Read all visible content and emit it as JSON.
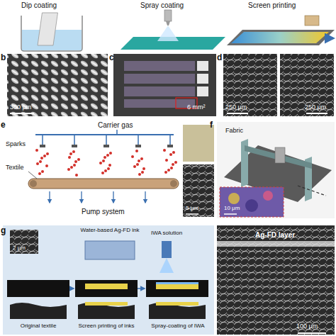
{
  "diagram": {
    "labels": [
      "Dip coating",
      "Spray coating",
      "Screen printing",
      "b",
      "300 μm",
      "c",
      "6 mm²",
      "d",
      "250 μm",
      "250 μm",
      "e",
      "Carrier gas",
      "Sparks",
      "Textile",
      "Pump system",
      "5 μm",
      "f",
      "Fabric",
      "10 μm",
      "g",
      "2 μm",
      "Water-based Ag-FD ink",
      "IWA solution",
      "Original textile",
      "Screen printing of inks",
      "Spray-coating of IWA",
      "Ag-FD layer",
      "100 μm"
    ]
  }
}
